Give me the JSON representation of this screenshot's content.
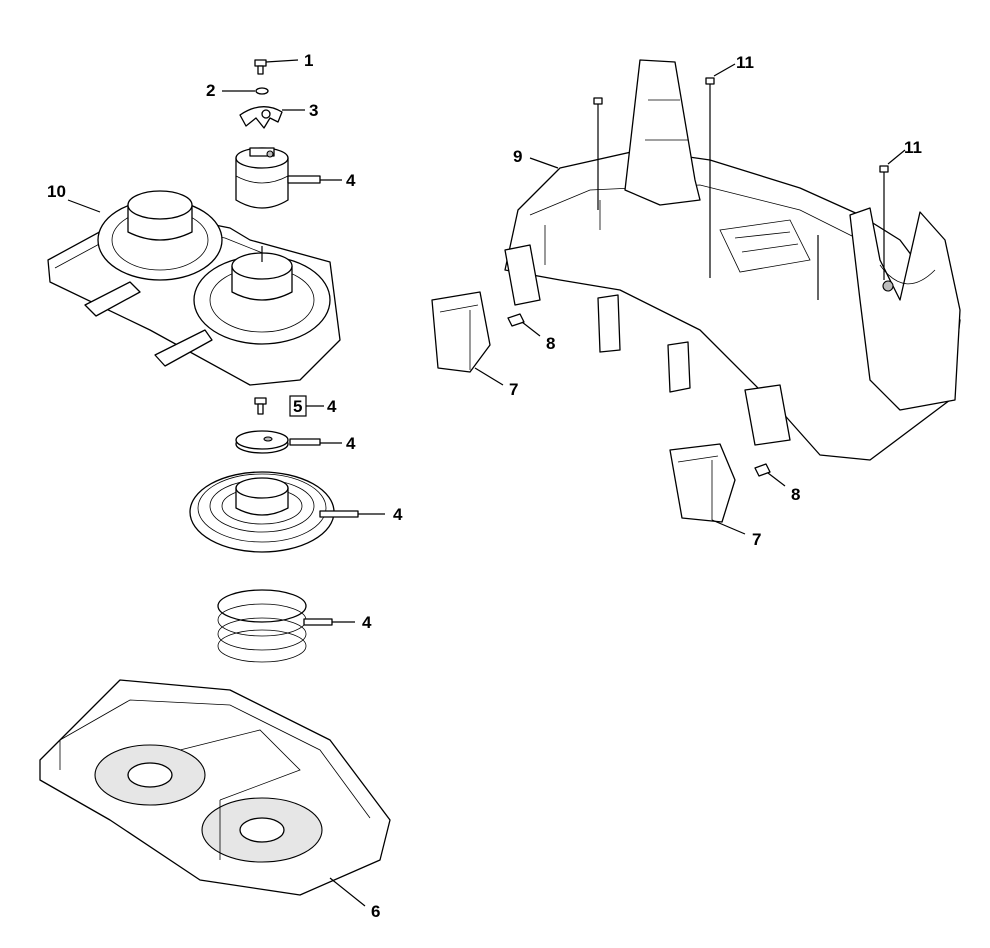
{
  "callouts": {
    "c1": "1",
    "c2": "2",
    "c3": "3",
    "c4a": "4",
    "c10": "10",
    "c5": "5",
    "c4b": "4",
    "c4c": "4",
    "c4d": "4",
    "c4e": "4",
    "c6": "6",
    "c9": "9",
    "c11a": "11",
    "c11b": "11",
    "c8a": "8",
    "c7a": "7",
    "c8b": "8",
    "c7b": "7"
  }
}
